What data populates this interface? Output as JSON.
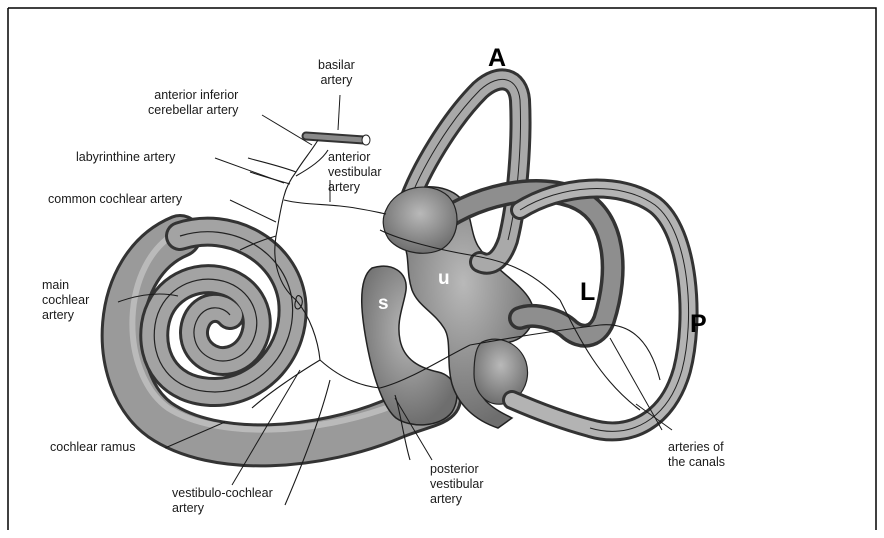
{
  "labels": {
    "basilar": [
      "basilar",
      "artery"
    ],
    "aica": [
      "anterior inferior",
      "cerebellar artery"
    ],
    "labyrinthine": "labyrinthine artery",
    "common_cochlear": "common cochlear artery",
    "anterior_vestibular": [
      "anterior",
      "vestibular",
      "artery"
    ],
    "main_cochlear": [
      "main",
      "cochlear",
      "artery"
    ],
    "cochlear_ramus": "cochlear ramus",
    "vestibulo_cochlear": [
      "vestibulo-cochlear",
      "artery"
    ],
    "posterior_vestibular": [
      "posterior",
      "vestibular",
      "artery"
    ],
    "arteries_canals": [
      "arteries of",
      "the canals"
    ]
  },
  "canal_letters": {
    "anterior": "A",
    "lateral": "L",
    "posterior": "P"
  },
  "inner_letters": {
    "saccule": "s",
    "utricle": "u"
  },
  "colors": {
    "structure_fill": "#8e8e8e",
    "structure_light": "#c9c9c9",
    "line": "#1a1a1a",
    "frame": "#000000"
  }
}
